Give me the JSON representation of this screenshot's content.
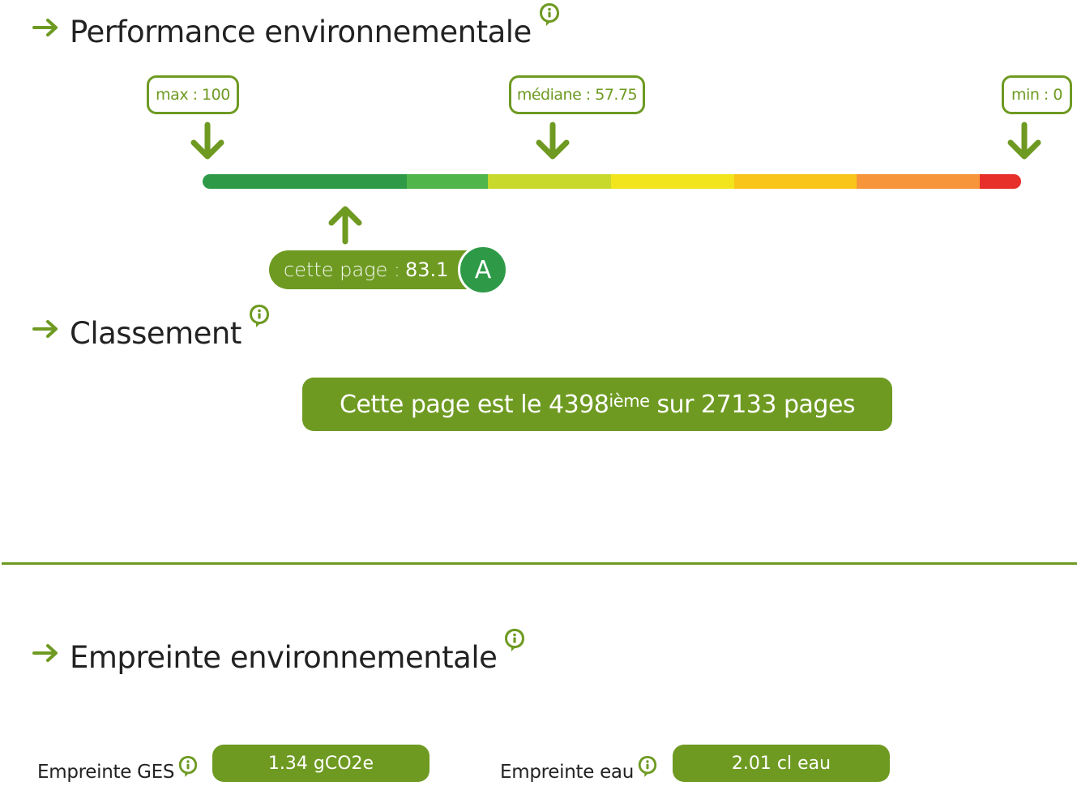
{
  "performance": {
    "title": "Performance environnementale",
    "markers": {
      "max": "max : 100",
      "median": "médiane : 57.75",
      "min": "min : 0"
    },
    "scale_colors": [
      "#2e9a48",
      "#50b54a",
      "#c8d92c",
      "#f2e51d",
      "#f9c51b",
      "#f6953a",
      "#e8302a"
    ],
    "page_score_label": "cette page :",
    "page_score_value": "83.1",
    "page_score": 83.1,
    "grade": "A",
    "grade_color": "#2e9a48"
  },
  "ranking": {
    "title": "Classement",
    "text_before": "Cette page est le",
    "rank": "4398",
    "suffix": "ième",
    "text_after": "sur 27133 pages"
  },
  "footprint": {
    "title": "Empreinte environnementale",
    "ges_label": "Empreinte GES",
    "ges_value": "1.34 gCO2e",
    "water_label": "Empreinte eau",
    "water_value": "2.01 cl eau"
  },
  "colors": {
    "accent": "#6e9a22",
    "text": "#222222"
  },
  "icons": {
    "section_arrow": "arrow-right-icon",
    "info": "info-icon"
  }
}
